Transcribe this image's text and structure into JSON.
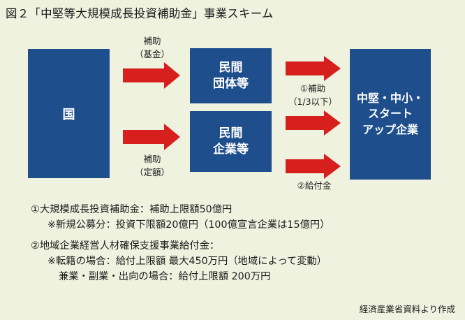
{
  "title": "図２「中堅等大規模成長投資補助金」事業スキーム",
  "boxes": {
    "country": "国",
    "org": [
      "民間",
      "団体等"
    ],
    "corp": [
      "民間",
      "企業等"
    ],
    "smes": [
      "中堅・中小・",
      "スタート",
      "アップ企業"
    ]
  },
  "labels": {
    "fund_top": [
      "補助",
      "（基金）"
    ],
    "fund_bottom": [
      "補助",
      "（定額）"
    ],
    "subsidy_third": [
      "①補助",
      "（1/3以下）"
    ],
    "grant": "②給付金"
  },
  "notes": [
    "①大規模成長投資補助金：補助上限額50億円",
    "※新規公募分：投資下限額20億円（100億宣言企業は15億円）",
    "②地域企業経営人材確保支援事業給付金：",
    "※転籍の場合：給付上限額 最大450万円（地域によって変動）",
    "兼業・副業・出向の場合：給付上限額 200万円"
  ],
  "source": "経済産業省資料より作成",
  "colors": {
    "box": "#1f4e8c",
    "arrow": "#d7201e",
    "background": "#f0f2e0"
  }
}
